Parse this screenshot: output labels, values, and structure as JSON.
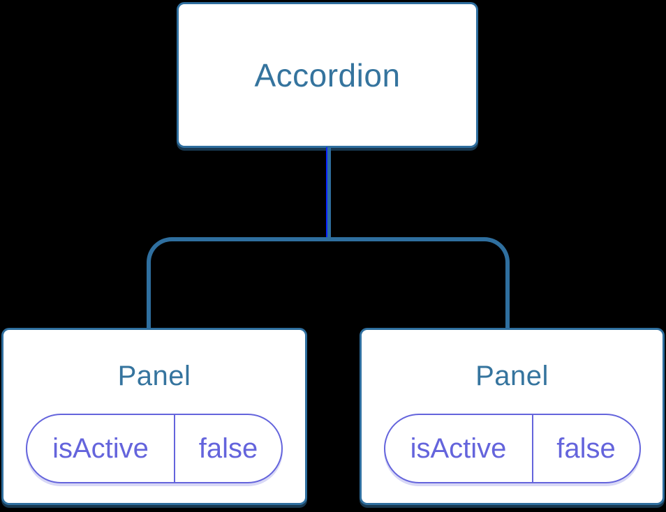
{
  "diagram": {
    "title": "component-state-tree",
    "background": "#000000",
    "colors": {
      "node_fill": "#FFFFFF",
      "node_border": "#2F6F9F",
      "node_text": "#35749E",
      "node_shadow": "rgba(47,111,159,0.5)",
      "state_border": "#6464DC",
      "state_text": "#6464DC",
      "state_shadow": "rgba(100,100,220,0.25)",
      "connector": "#2F6F9F",
      "connector_highlight_core": "#0A23FF"
    },
    "root": {
      "label": "Accordion"
    },
    "children": [
      {
        "label": "Panel",
        "state": {
          "key": "isActive",
          "value": "false"
        }
      },
      {
        "label": "Panel",
        "state": {
          "key": "isActive",
          "value": "false"
        }
      }
    ]
  }
}
